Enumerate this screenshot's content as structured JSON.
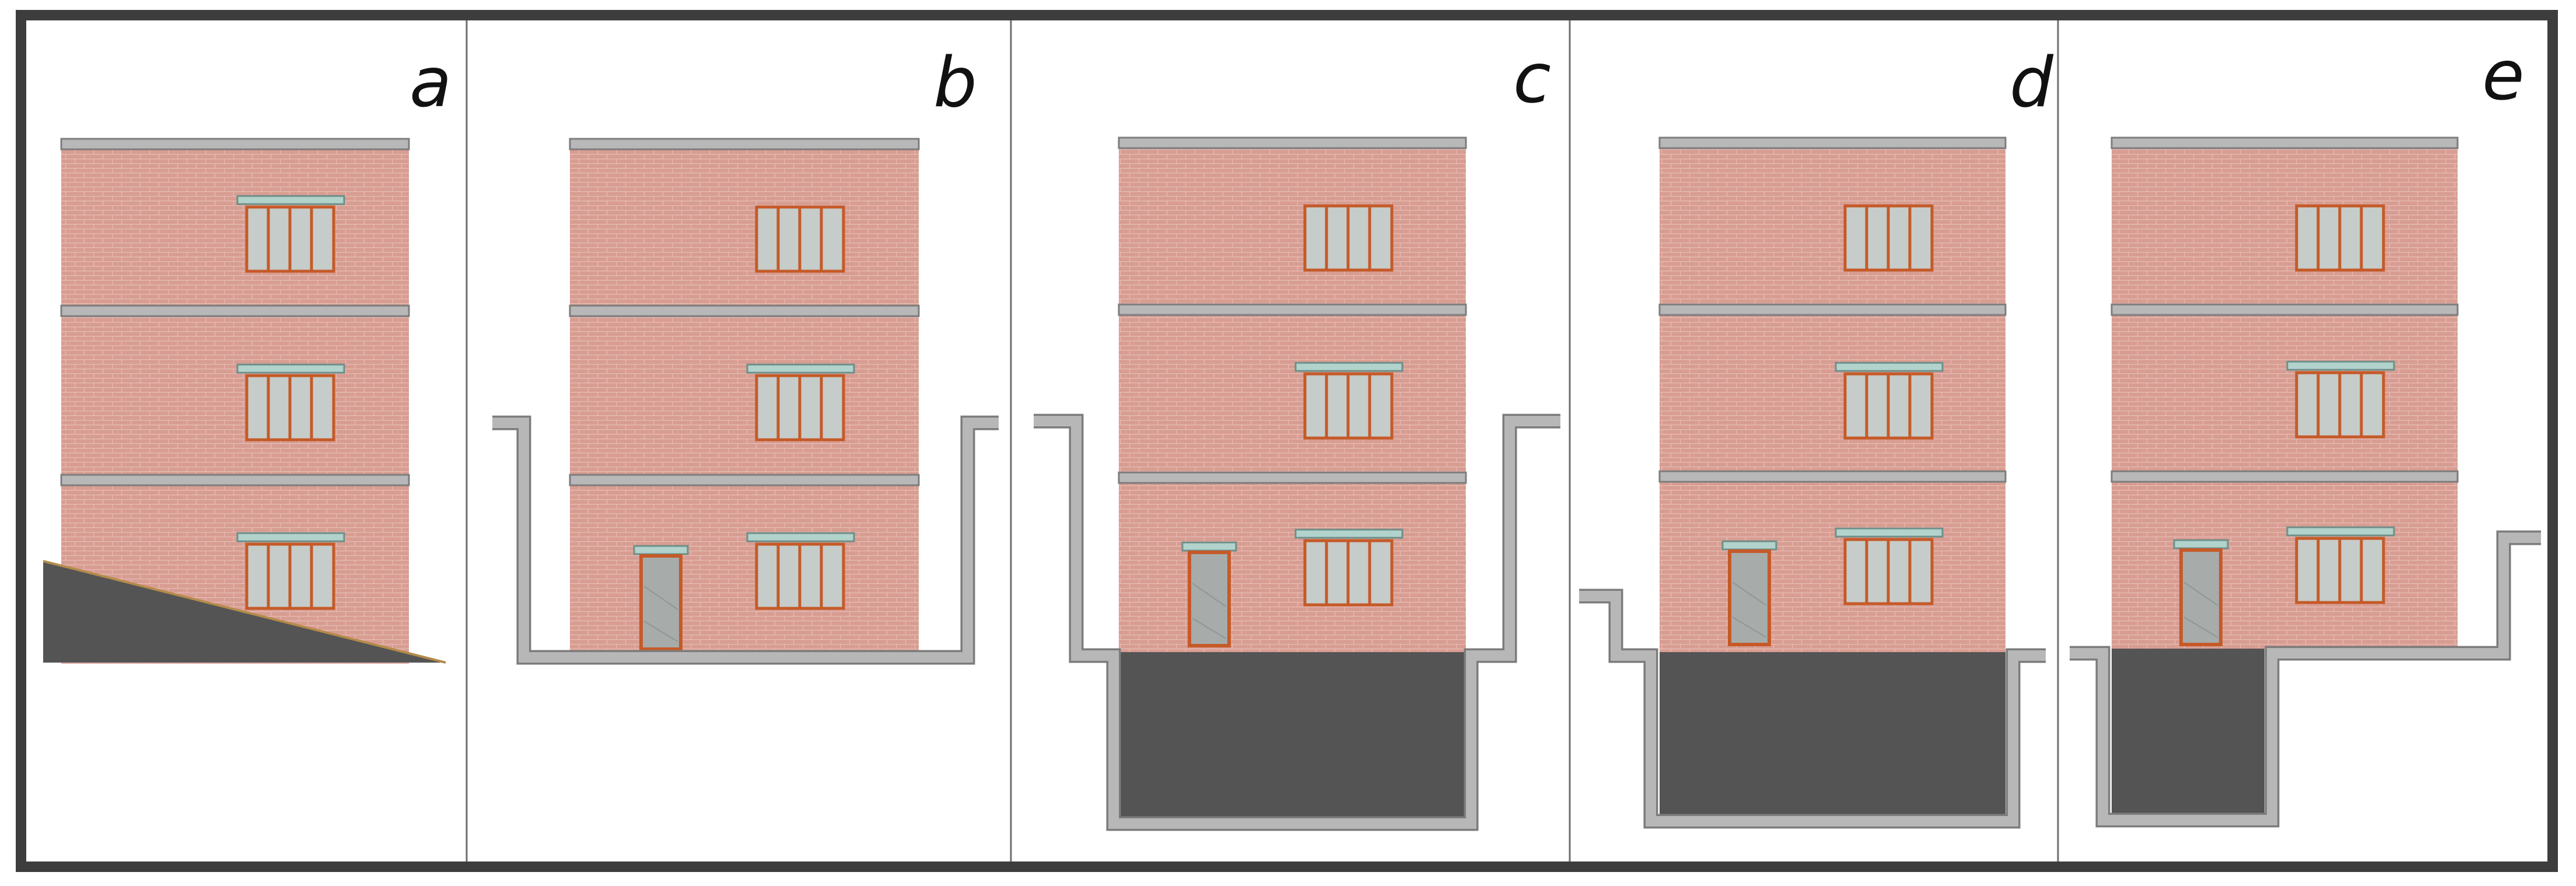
{
  "figure": {
    "panels": [
      {
        "id": "a",
        "label": "a",
        "ground": "slope",
        "floors": 3,
        "basement": "none"
      },
      {
        "id": "b",
        "label": "b",
        "ground": "open-pit",
        "floors": 3,
        "basement": "none"
      },
      {
        "id": "c",
        "label": "c",
        "ground": "pit-full-basement",
        "floors": 3,
        "basement": "full"
      },
      {
        "id": "d",
        "label": "d",
        "ground": "stepped-pit-full-basement",
        "floors": 3,
        "basement": "full"
      },
      {
        "id": "e",
        "label": "e",
        "ground": "stepped-pit-partial-basement",
        "floors": 3,
        "basement": "partial"
      }
    ],
    "colors": {
      "brick": "#d89d92",
      "brick_mortar": "#e9c4bd",
      "slab": "#b8b8b8",
      "lintel": "#b2d2cc",
      "window_frame": "#c55a28",
      "ground": "#545454",
      "frame": "#3d3d3d"
    },
    "icons": {
      "window": "window-icon",
      "door": "door-icon"
    }
  }
}
